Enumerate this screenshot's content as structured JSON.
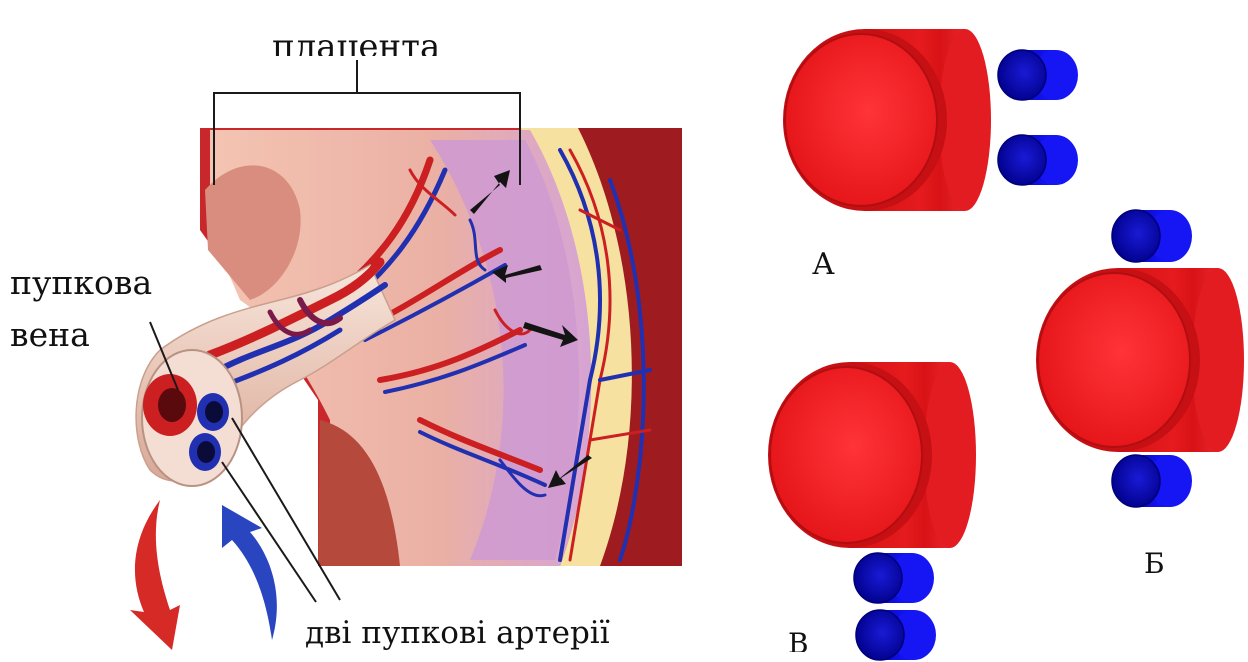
{
  "labels": {
    "placenta": "плацента",
    "umbilical_vein_line1": "пупкова",
    "umbilical_vein_line2": "вена",
    "two_umbilical_arteries": "дві пупкові артерії",
    "option_a": "А",
    "option_b": "Б",
    "option_v": "В"
  },
  "colors": {
    "vein_red": "#e8191c",
    "vein_dark_red": "#c81010",
    "artery_blue": "#1010e8",
    "artery_dark_blue": "#00009a",
    "placenta_pink": "#f2b9a8",
    "placenta_lilac": "#d9a6d6",
    "muscle_red": "#b3262a"
  }
}
